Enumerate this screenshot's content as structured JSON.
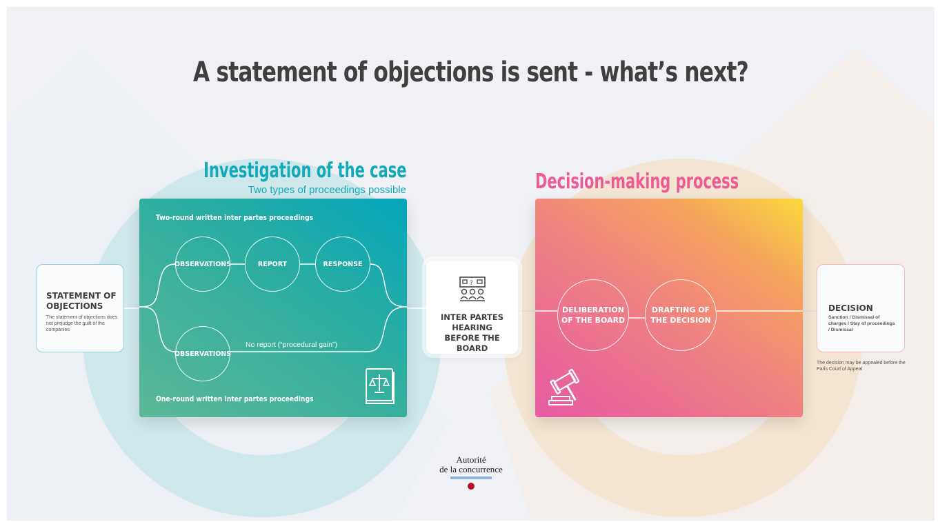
{
  "title": "A statement of objections is sent - what’s next?",
  "investigation": {
    "title": "Investigation of the case",
    "subtitle": "Two types of proceedings possible",
    "two_round_label": "Two-round written inter partes proceedings",
    "one_round_label": "One-round written inter partes proceedings",
    "steps_two_round": [
      "OBSERVATIONS",
      "REPORT",
      "RESPONSE"
    ],
    "step_one_round": "OBSERVATIONS",
    "no_report_note": "No report (“procedural gain”)",
    "icon": "law-book-icon"
  },
  "statement": {
    "title": "STATEMENT OF OBJECTIONS",
    "note": "The statement of objections does not prejudge the guilt of the companies"
  },
  "hearing": {
    "title": "INTER PARTES HEARING BEFORE THE BOARD",
    "icon": "hearing-board-icon"
  },
  "decision_making": {
    "title": "Decision-making process",
    "steps": [
      "DELIBERATION OF THE BOARD",
      "DRAFTING OF THE DECISION"
    ],
    "icon": "gavel-icon"
  },
  "decision": {
    "title": "DECISION",
    "outcomes": "Sanction / Dismissal of charges / Stay of proceedings / Dismissal",
    "appeal_note": "The decision may be appealed before the Paris Court of Appeal"
  },
  "logo": {
    "line1": "Autorité",
    "line2": "de la concurrence"
  },
  "colors": {
    "teal": "#12a9b9",
    "pink": "#ec5b95",
    "title_gray": "#3f3f3f"
  }
}
